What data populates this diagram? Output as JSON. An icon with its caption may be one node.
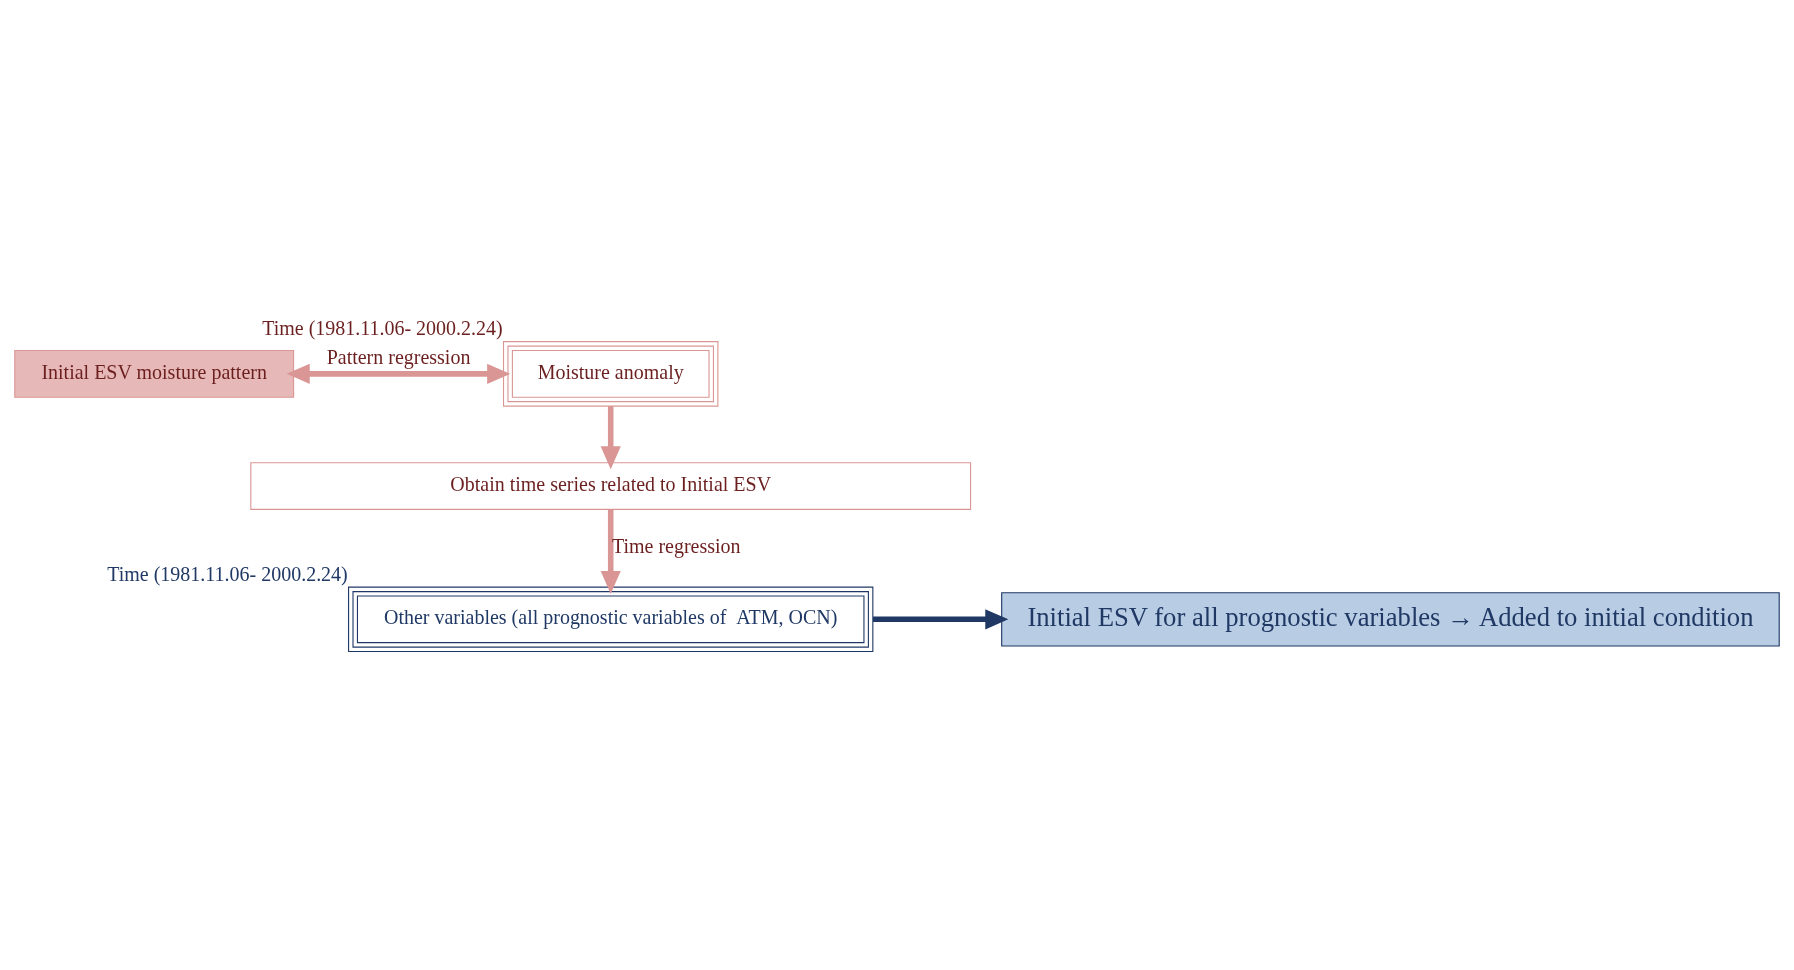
{
  "diagram": {
    "nodes": [
      {
        "text": [
          "Initial ESV moisture pattern"
        ]
      },
      {
        "text": [
          "Moisture anomaly"
        ],
        "beside": [
          "Time (1981.11.06- 2000.2.24)"
        ]
      },
      {
        "text": [
          "Obtain time series related to Initial ESV"
        ]
      },
      {
        "text": [
          "Other variables (all prognostic variables of  ATM, OCN)"
        ],
        "beside": [
          "Time (1981.11.06- 2000.2.24)"
        ]
      },
      {
        "text": [
          "Initial ESV for all prognostic variables → Added to initial condition"
        ]
      }
    ],
    "edges": [
      {
        "from": 0,
        "to": 1,
        "arrow": "both",
        "label": "Pattern regression"
      },
      {
        "from": 1,
        "to": 2,
        "arrow": "to"
      },
      {
        "from": 2,
        "to": 3,
        "arrow": "to",
        "label": "Time regression"
      },
      {
        "from": 3,
        "to": 4,
        "arrow": "to",
        "color": "#1f3864"
      }
    ]
  }
}
